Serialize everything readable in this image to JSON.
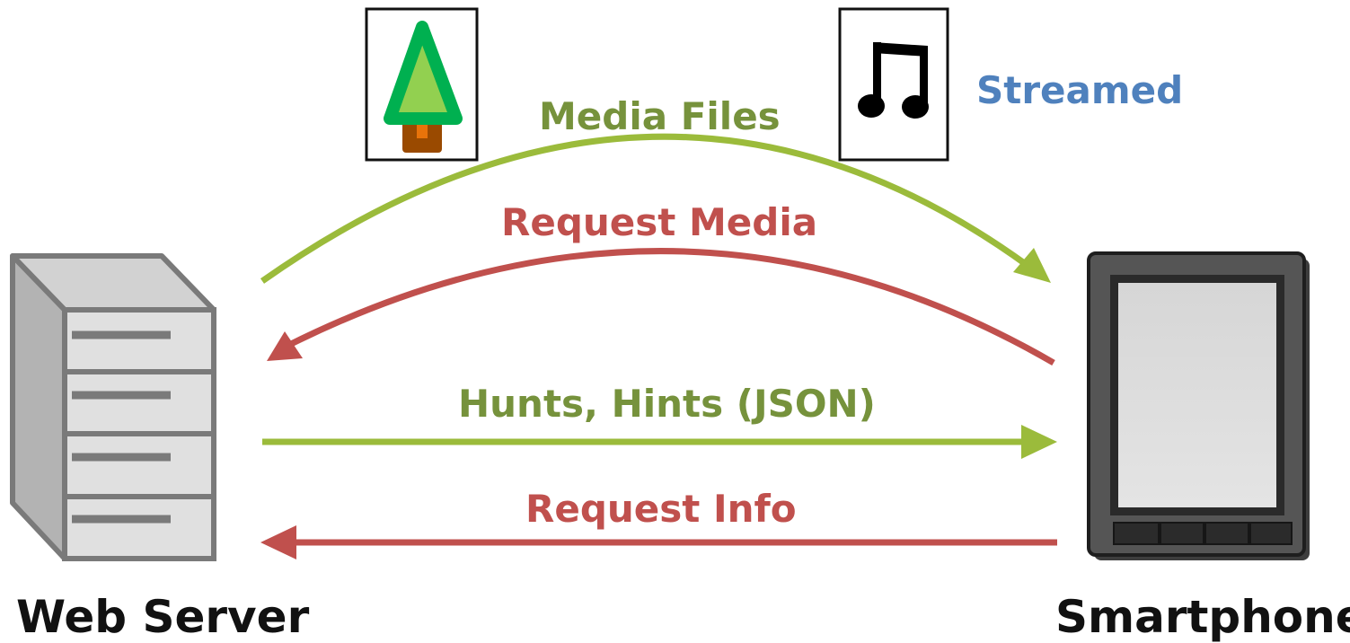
{
  "nodes": {
    "server": {
      "label": "Web Server",
      "icon": "server-icon"
    },
    "phone": {
      "label": "Smartphone",
      "icon": "smartphone-icon"
    }
  },
  "edges": {
    "media_files": {
      "label": "Media Files",
      "color": "#8cbb35"
    },
    "request_media": {
      "label": "Request Media",
      "color": "#c0504d"
    },
    "hunts_hints": {
      "label": "Hunts, Hints (JSON)",
      "color": "#8cbb35"
    },
    "request_info": {
      "label": "Request Info",
      "color": "#c0504d"
    }
  },
  "annotations": {
    "streamed": {
      "label": "Streamed",
      "color": "#4f81bd"
    }
  },
  "media_icons": [
    "tree-image-icon",
    "music-note-icon"
  ],
  "colors": {
    "label_green": "#76923c",
    "label_red": "#c0504d",
    "arrow_green": "#9bbb3b",
    "arrow_red": "#c0504d"
  }
}
